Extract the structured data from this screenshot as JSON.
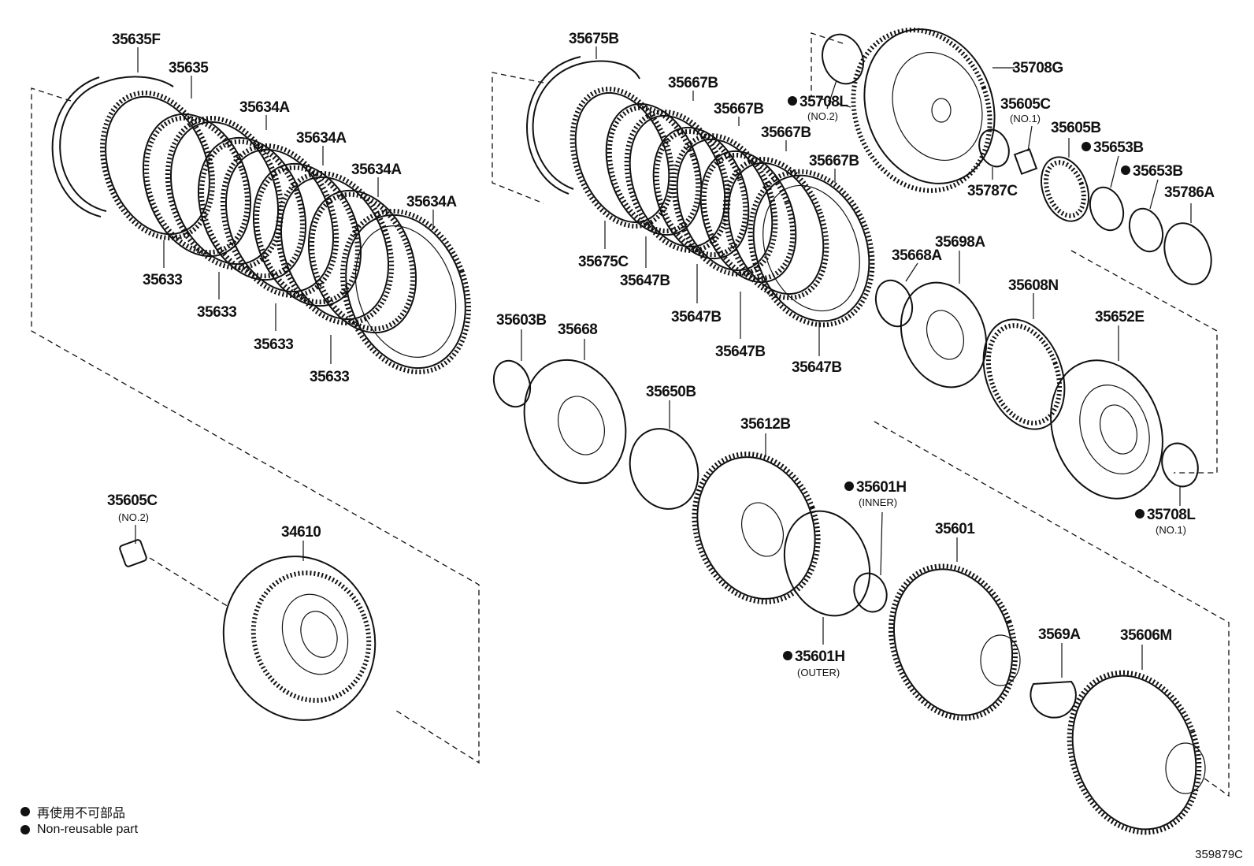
{
  "labels": {
    "l35635F": "35635F",
    "l35635": "35635",
    "l35634A_1": "35634A",
    "l35634A_2": "35634A",
    "l35634A_3": "35634A",
    "l35634A_4": "35634A",
    "l35633_1": "35633",
    "l35633_2": "35633",
    "l35633_3": "35633",
    "l35633_4": "35633",
    "l35675B": "35675B",
    "l35667B_1": "35667B",
    "l35667B_2": "35667B",
    "l35667B_3": "35667B",
    "l35667B_4": "35667B",
    "l35675C": "35675C",
    "l35647B_1": "35647B",
    "l35647B_2": "35647B",
    "l35647B_3": "35647B",
    "l35647B_4": "35647B",
    "l35708L_top": "35708L",
    "l35708L_top_sub": "(NO.2)",
    "l35708G": "35708G",
    "l35605C_top": "35605C",
    "l35605C_top_sub": "(NO.1)",
    "l35605B": "35605B",
    "l35653B_1": "35653B",
    "l35653B_2": "35653B",
    "l35787C": "35787C",
    "l35786A": "35786A",
    "l35668A": "35668A",
    "l35698A": "35698A",
    "l35608N": "35608N",
    "l35652E": "35652E",
    "l35603B": "35603B",
    "l35668": "35668",
    "l35650B": "35650B",
    "l35612B": "35612B",
    "l35601H_inner": "35601H",
    "l35601H_inner_sub": "(INNER)",
    "l35601H_outer": "35601H",
    "l35601H_outer_sub": "(OUTER)",
    "l35708L_right": "35708L",
    "l35708L_right_sub": "(NO.1)",
    "l35601": "35601",
    "l3569A": "3569A",
    "l35606M": "35606M",
    "l35605C_left": "35605C",
    "l35605C_left_sub": "(NO.2)",
    "l34610": "34610"
  },
  "legend": {
    "jp": "再使用不可部品",
    "en": "Non-reusable part"
  },
  "reference": "359879C"
}
